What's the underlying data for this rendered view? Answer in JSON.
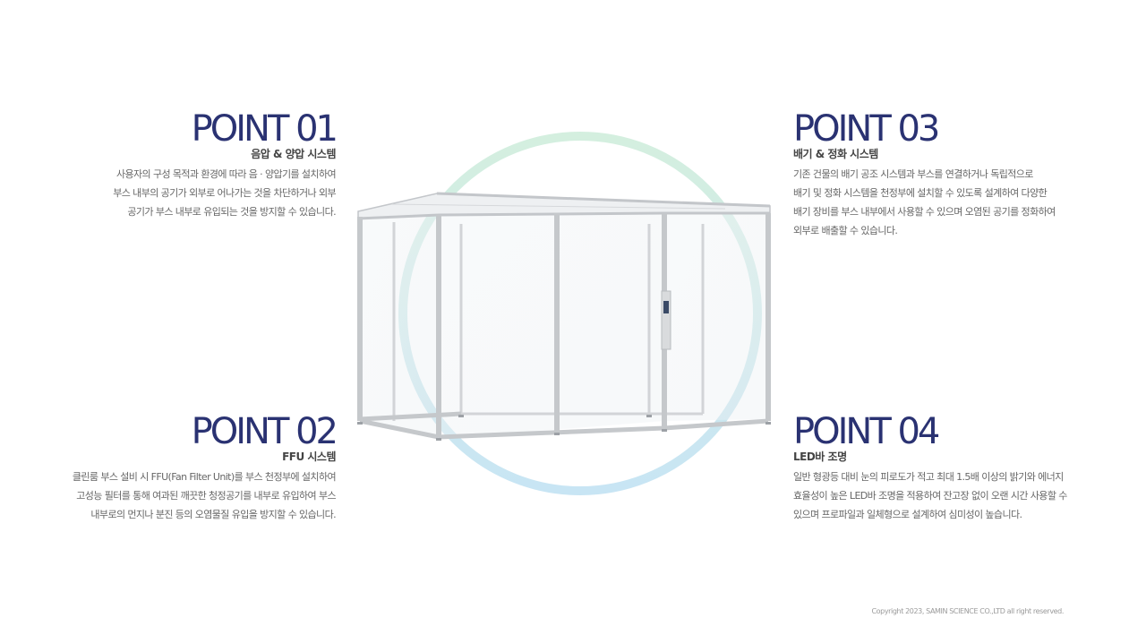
{
  "points": [
    {
      "title": "POINT 01",
      "subtitle": "음압 & 양압 시스템",
      "lines": [
        "사용자의 구성 목적과 환경에 따라 음 · 양압기를 설치하여",
        "부스 내부의 공기가 외부로 어나가는 것을 차단하거나 외부",
        "공기가 부스 내부로 유입되는 것을 방지할 수 있습니다."
      ]
    },
    {
      "title": "POINT 02",
      "subtitle": "FFU 시스템",
      "lines": [
        "클린룸 부스 설비 시 FFU(Fan Filter Unit)를 부스 천정부에 설치하여",
        "고성능 필터를 통해 여과된 깨끗한 청정공기를 내부로 유입하여 부스",
        "내부로의 먼지나 분진 등의 오염물질 유입을 방지할 수 있습니다."
      ]
    },
    {
      "title": "POINT 03",
      "subtitle": "배기 & 정화 시스템",
      "lines": [
        "기존 건물의 배기 공조 시스템과 부스를 연결하거나 독립적으로",
        "배기 및 정화 시스템을 천정부에 설치할 수 있도록 설계하여 다양한",
        "배기 장비를 부스 내부에서 사용할 수 있으며 오염된 공기를 정화하여",
        "외부로 배출할 수 있습니다."
      ]
    },
    {
      "title": "POINT 04",
      "subtitle": "LED바 조명",
      "lines": [
        "일반 형광등 대비 눈의 피로도가 적고 최대 1.5배 이상의 밝기와 에너지",
        "효율성이 높은 LED바 조명을 적용하여 잔고장 없이 오랜 시간 사용할 수",
        "있으며 프로파일과 일체형으로 설계하여 심미성이 높습니다."
      ]
    }
  ],
  "copyright": "Copyright 2023, SAMIN SCIENCE CO.,LTD all right reserved.",
  "colors": {
    "title": "#2a3272",
    "subtitle": "#444444",
    "body_text": "#666666",
    "ring_top": "#d3eedf",
    "ring_bottom": "#c9e6f4",
    "frame": "#c7c9cc"
  }
}
